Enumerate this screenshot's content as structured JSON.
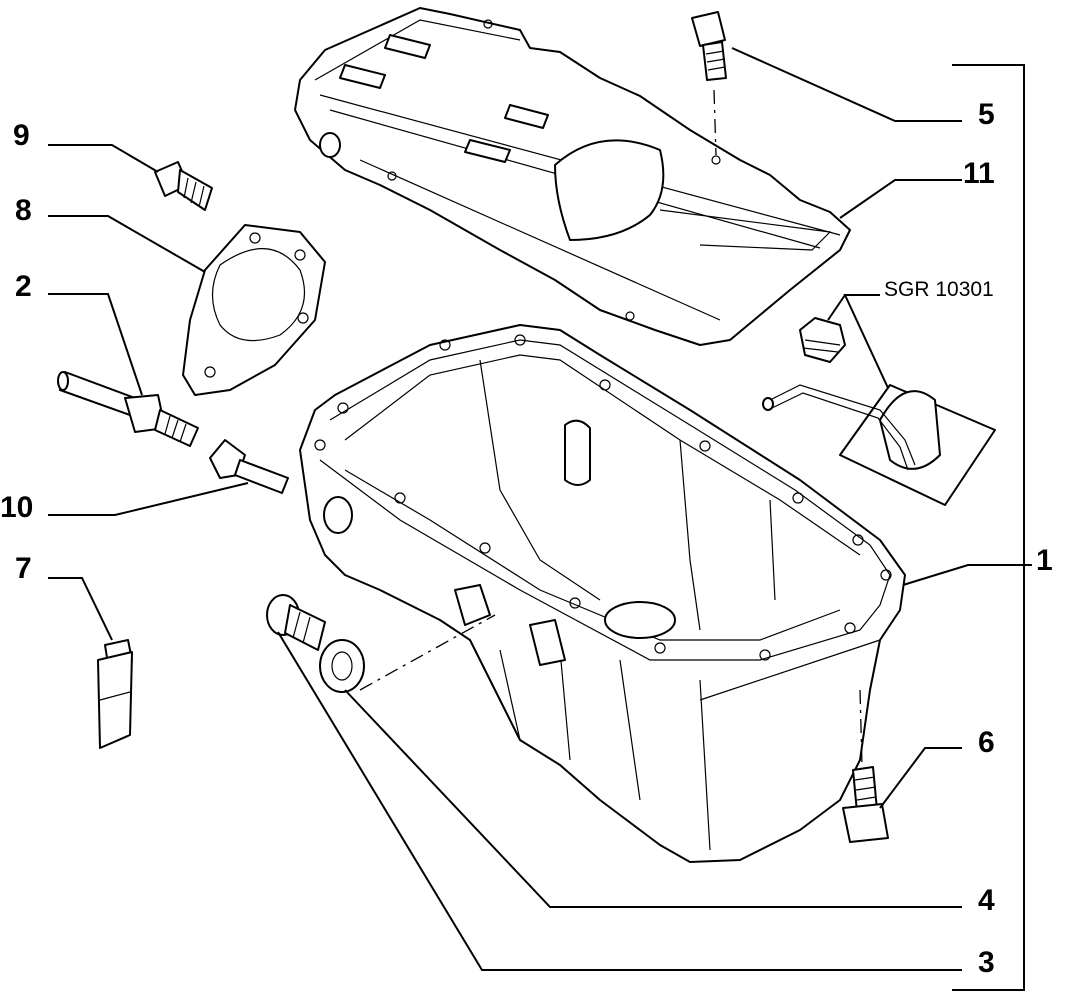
{
  "diagram": {
    "callouts": [
      {
        "id": "c9",
        "label": "9"
      },
      {
        "id": "c8",
        "label": "8"
      },
      {
        "id": "c2",
        "label": "2"
      },
      {
        "id": "c10",
        "label": "10"
      },
      {
        "id": "c7",
        "label": "7"
      },
      {
        "id": "c5",
        "label": "5"
      },
      {
        "id": "c11",
        "label": "11"
      },
      {
        "id": "c1",
        "label": "1"
      },
      {
        "id": "c6",
        "label": "6"
      },
      {
        "id": "c4",
        "label": "4"
      },
      {
        "id": "c3",
        "label": "3"
      }
    ],
    "reference_code": "SGR 10301"
  }
}
